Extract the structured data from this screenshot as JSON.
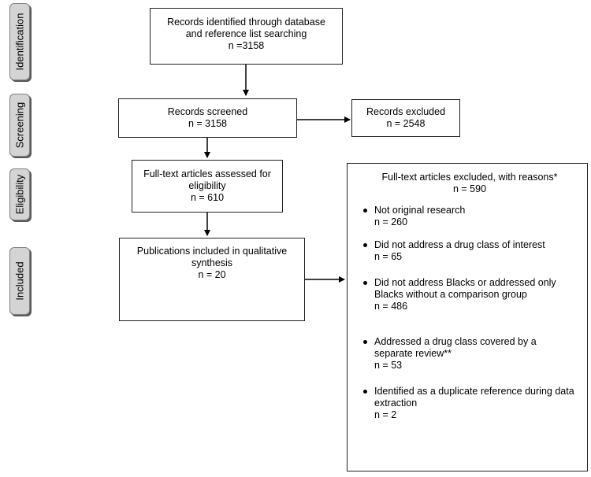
{
  "stages": [
    {
      "id": "identification",
      "label": "Identification"
    },
    {
      "id": "screening",
      "label": "Screening"
    },
    {
      "id": "eligibility",
      "label": "Eligibility"
    },
    {
      "id": "included",
      "label": "Included"
    }
  ],
  "boxes": {
    "identified": {
      "lines": [
        "Records identified through database",
        "and reference list searching",
        "n =3158"
      ]
    },
    "screened": {
      "lines": [
        "Records screened",
        "n = 3158"
      ]
    },
    "excluded": {
      "lines": [
        "Records excluded",
        "n = 2548"
      ]
    },
    "assessed": {
      "lines": [
        "Full-text articles assessed for",
        "eligibility",
        "n = 610"
      ]
    },
    "included": {
      "lines": [
        "Publications included in qualitative",
        "synthesis",
        "n = 20"
      ]
    },
    "fulltext_excluded": {
      "lines": [
        "Full-text articles excluded, with reasons*",
        "n = 590"
      ],
      "reasons": [
        {
          "label": "Not original research",
          "count": "n = 260"
        },
        {
          "label": "Did not address a drug class of interest",
          "count": "n = 65"
        },
        {
          "label": "Did not address Blacks or addressed only Blacks without a comparison group",
          "count": "n = 486"
        },
        {
          "label": "Addressed a drug class covered by a separate review**",
          "count": "n = 53"
        },
        {
          "label": "Identified as a duplicate reference during data extraction",
          "count": "n = 2"
        }
      ]
    }
  }
}
